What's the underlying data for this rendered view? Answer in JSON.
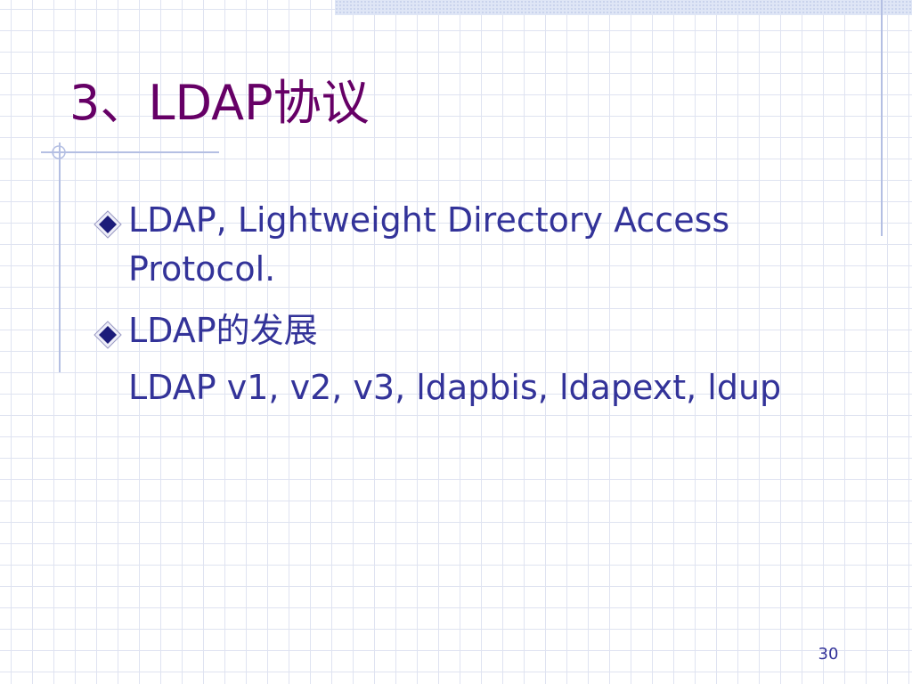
{
  "slide": {
    "title": "3、LDAP协议",
    "bullets": [
      {
        "icon": "diamond-bullet-icon",
        "text": "LDAP, Lightweight Directory Access Protocol."
      },
      {
        "icon": "diamond-bullet-icon",
        "text": "LDAP的发展"
      }
    ],
    "sub_text": "LDAP v1, v2, v3, ldapbis, ldapext, ldup",
    "page_number": "30"
  },
  "colors": {
    "title": "#660066",
    "body_text": "#333399",
    "grid_line": "#dfe3f1",
    "accent_line": "#b4bfe3"
  }
}
